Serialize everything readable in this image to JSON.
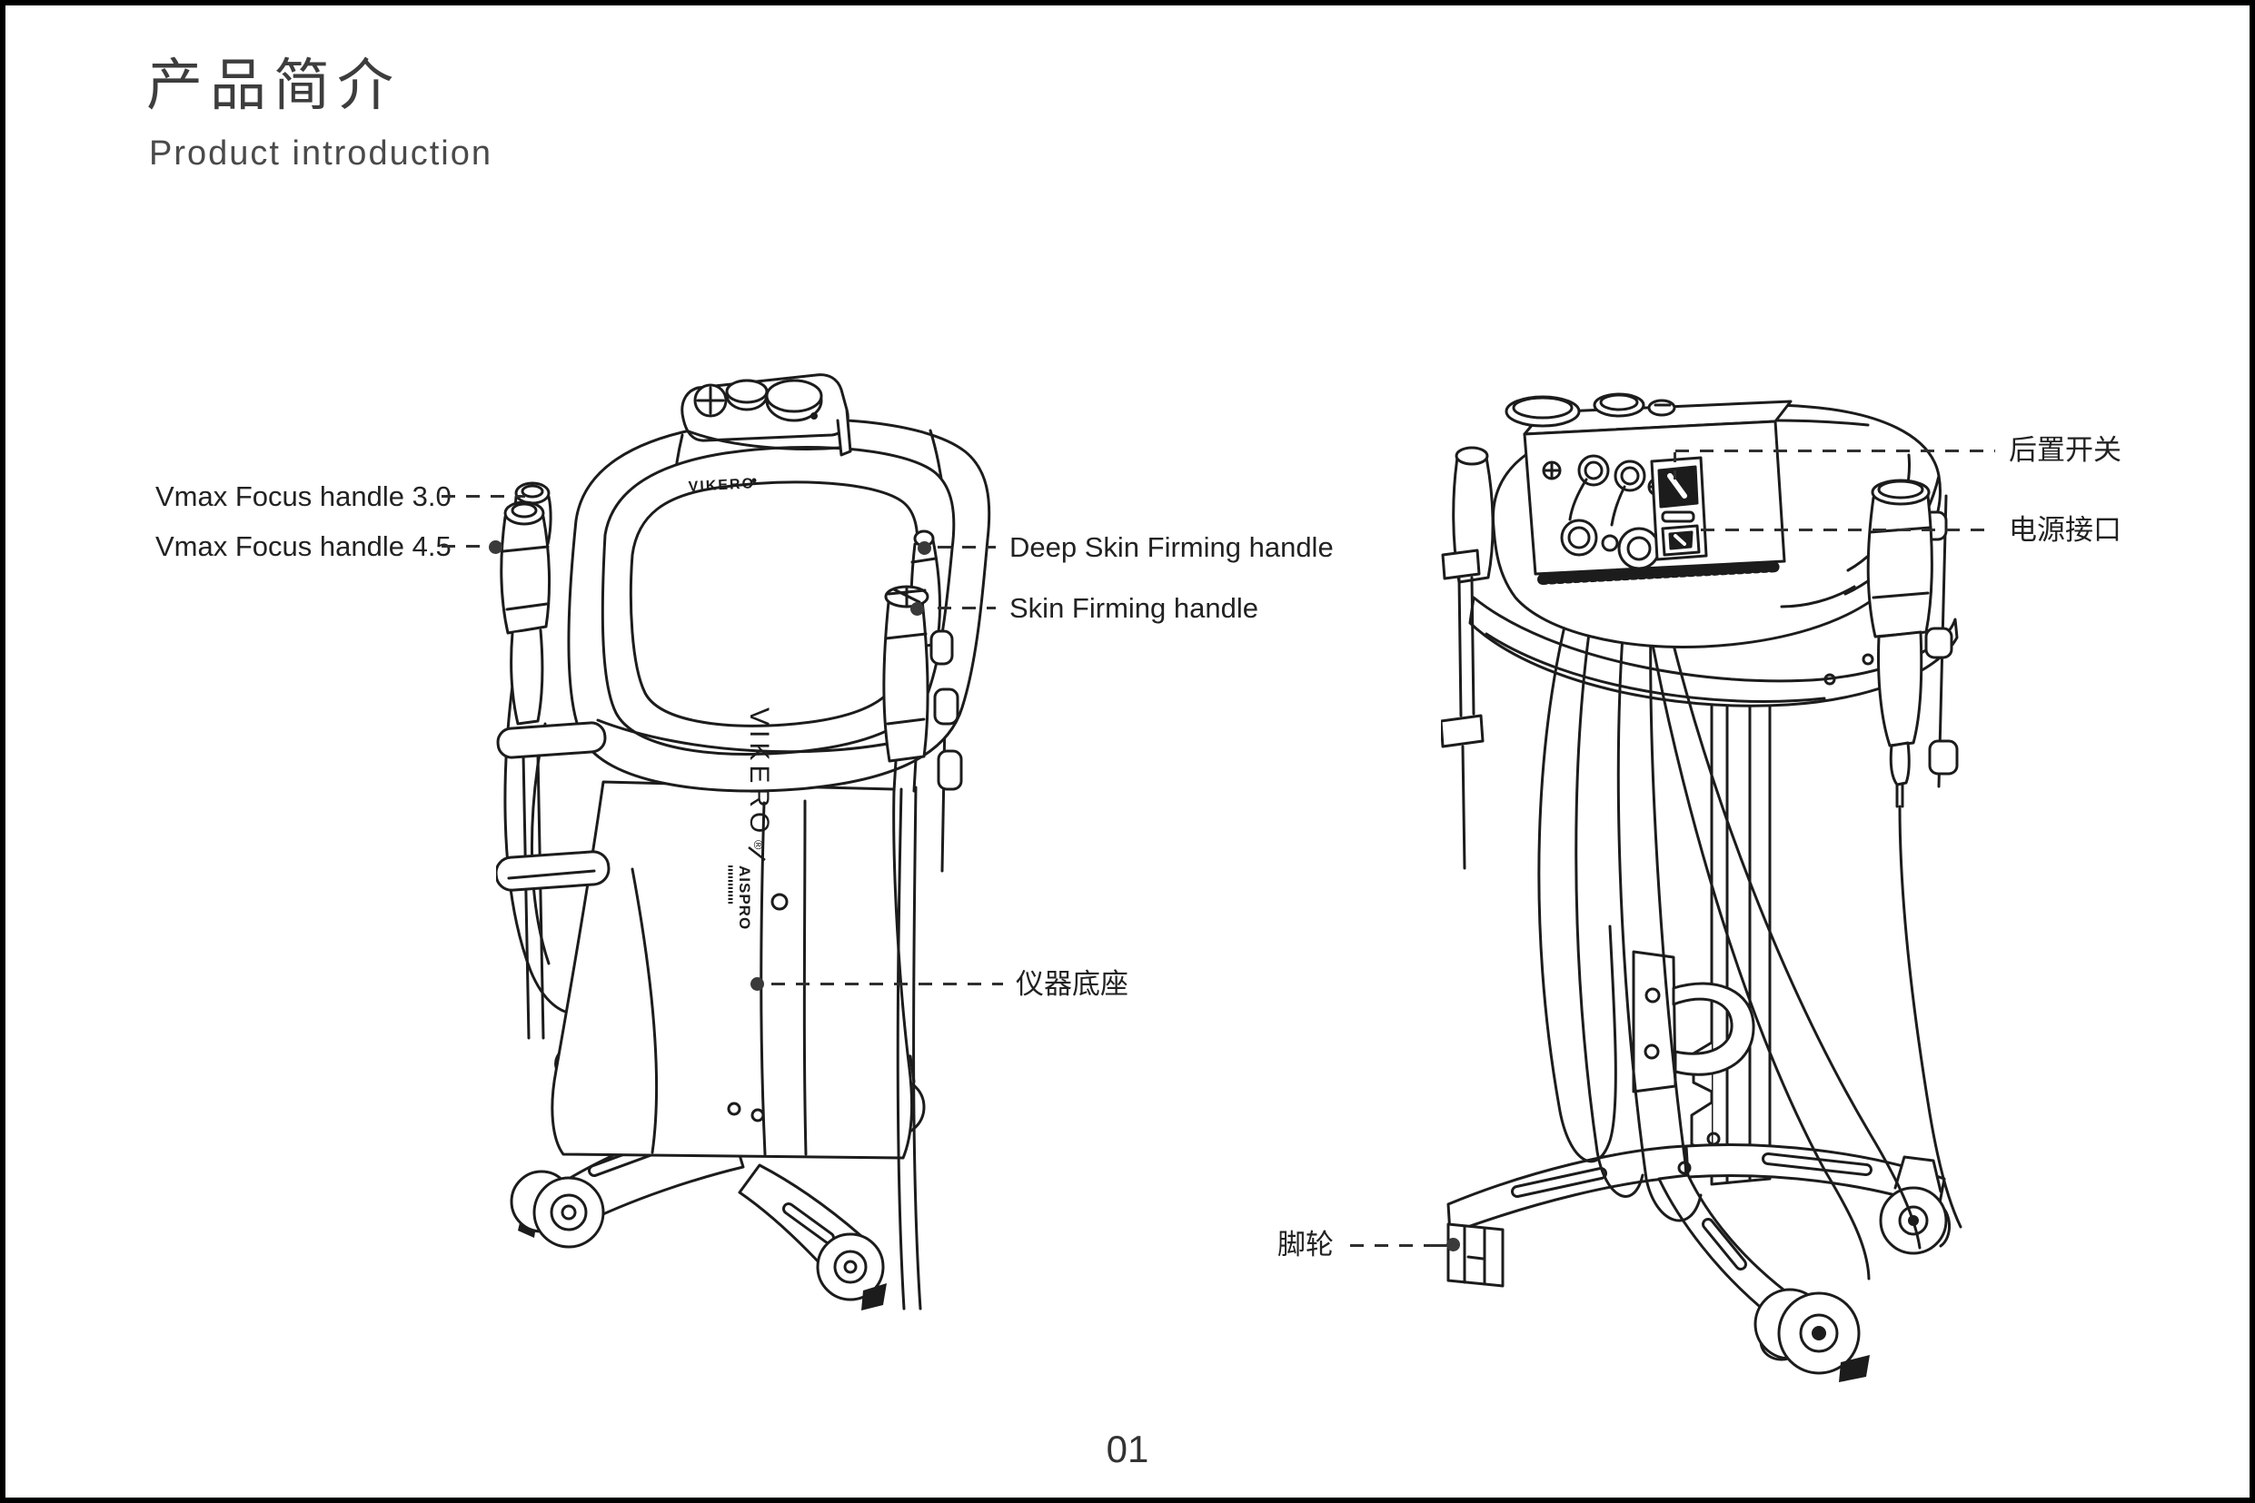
{
  "page": {
    "title": "产品简介",
    "subtitle": "Product introduction",
    "page_number": "01"
  },
  "colors": {
    "ink": "#1c1c1c",
    "label_text": "#222222"
  },
  "brand": {
    "front_logo": "VIKERO",
    "side_logo": "VIKERO",
    "side_logo_mark": "®",
    "side_logo_sub": "AISPRO"
  },
  "front_view": {
    "callouts": [
      {
        "id": "vmax-focus-handle-30",
        "label": "Vmax Focus handle 3.0"
      },
      {
        "id": "vmax-focus-handle-45",
        "label": "Vmax Focus handle 4.5"
      },
      {
        "id": "deep-skin-firming-handle",
        "label": "Deep Skin Firming handle"
      },
      {
        "id": "skin-firming-handle",
        "label": "Skin Firming handle"
      },
      {
        "id": "device-base",
        "label": "仪器底座"
      }
    ]
  },
  "rear_view": {
    "callouts": [
      {
        "id": "rear-switch",
        "label": "后置开关"
      },
      {
        "id": "power-port",
        "label": "电源接口"
      },
      {
        "id": "caster",
        "label": "脚轮"
      }
    ]
  }
}
